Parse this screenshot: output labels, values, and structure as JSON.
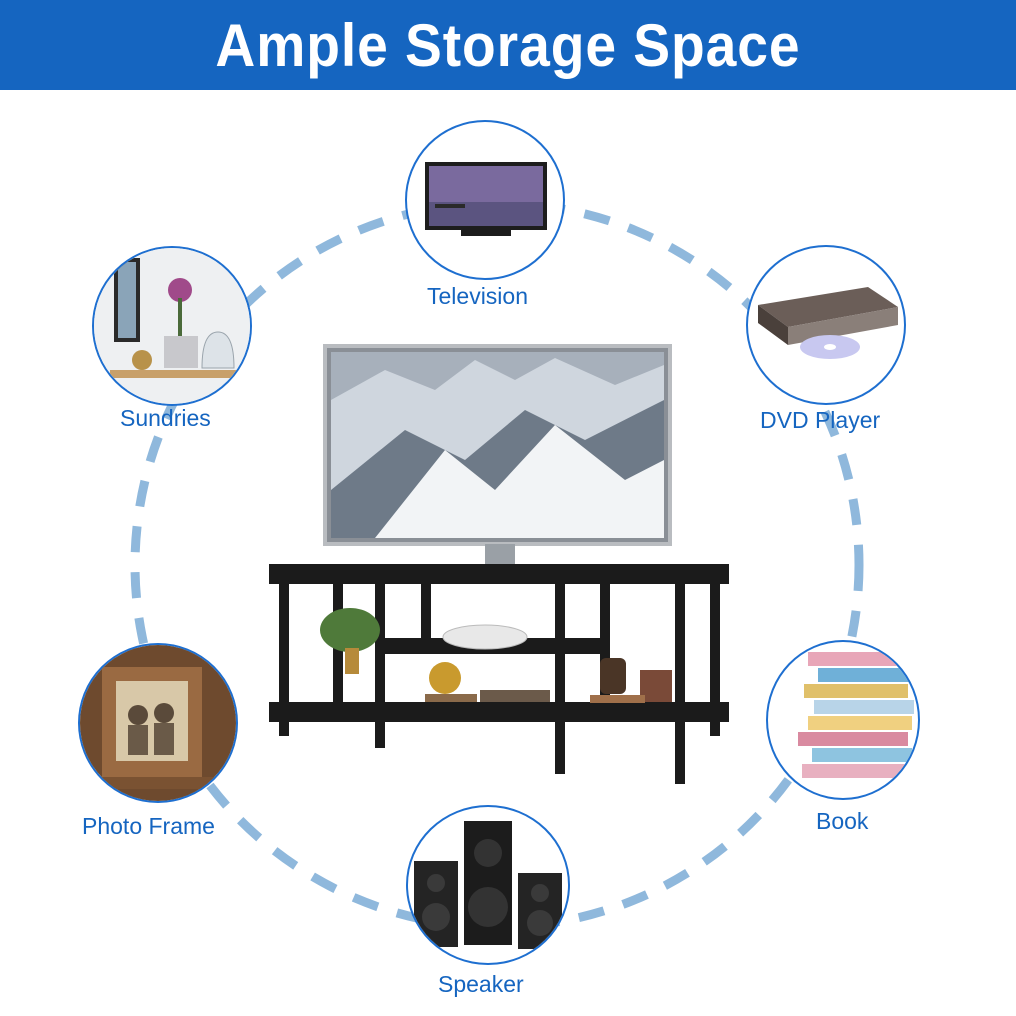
{
  "header": {
    "title": "Ample Storage Space"
  },
  "colors": {
    "banner": "#1565c0",
    "circle_border": "#1e6fd0",
    "dash": "#8fb8dc",
    "label": "#1565c0",
    "furniture": "#1b1b1b"
  },
  "items": [
    {
      "label": "Television",
      "icon": "television-icon"
    },
    {
      "label": "DVD Player",
      "icon": "dvd-player-icon"
    },
    {
      "label": "Book",
      "icon": "book-stack-icon"
    },
    {
      "label": "Speaker",
      "icon": "speaker-icon"
    },
    {
      "label": "Photo Frame",
      "icon": "photo-frame-icon"
    },
    {
      "label": "Sundries",
      "icon": "sundries-icon"
    }
  ],
  "product": {
    "name": "tv-stand-image"
  }
}
